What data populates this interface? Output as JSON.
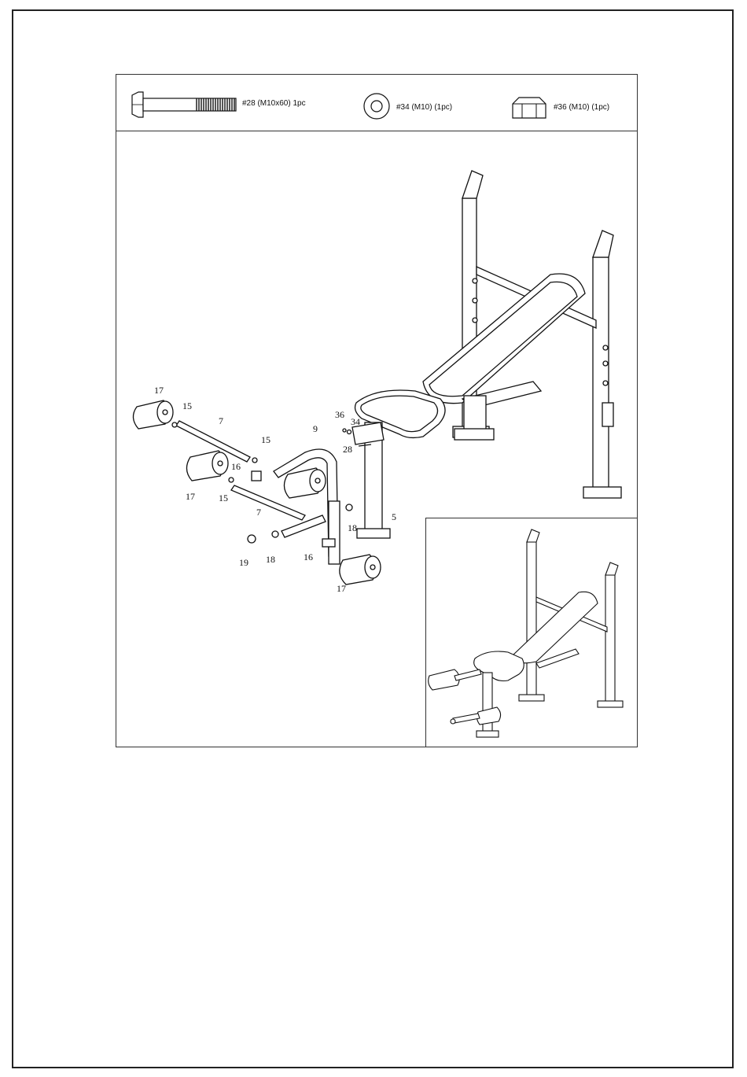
{
  "hardware": [
    {
      "id": "bolt",
      "label": "#28 (M10x60) 1pc",
      "icon": "bolt-icon"
    },
    {
      "id": "washer",
      "label": "#34 (M10)  (1pc)",
      "icon": "washer-icon"
    },
    {
      "id": "nut",
      "label": "#36 (M10)  (1pc)",
      "icon": "nut-icon"
    }
  ],
  "callouts": [
    "17",
    "15",
    "7",
    "15",
    "9",
    "16",
    "17",
    "15",
    "7",
    "36",
    "34",
    "28",
    "5",
    "18",
    "19",
    "18",
    "16",
    "17"
  ]
}
